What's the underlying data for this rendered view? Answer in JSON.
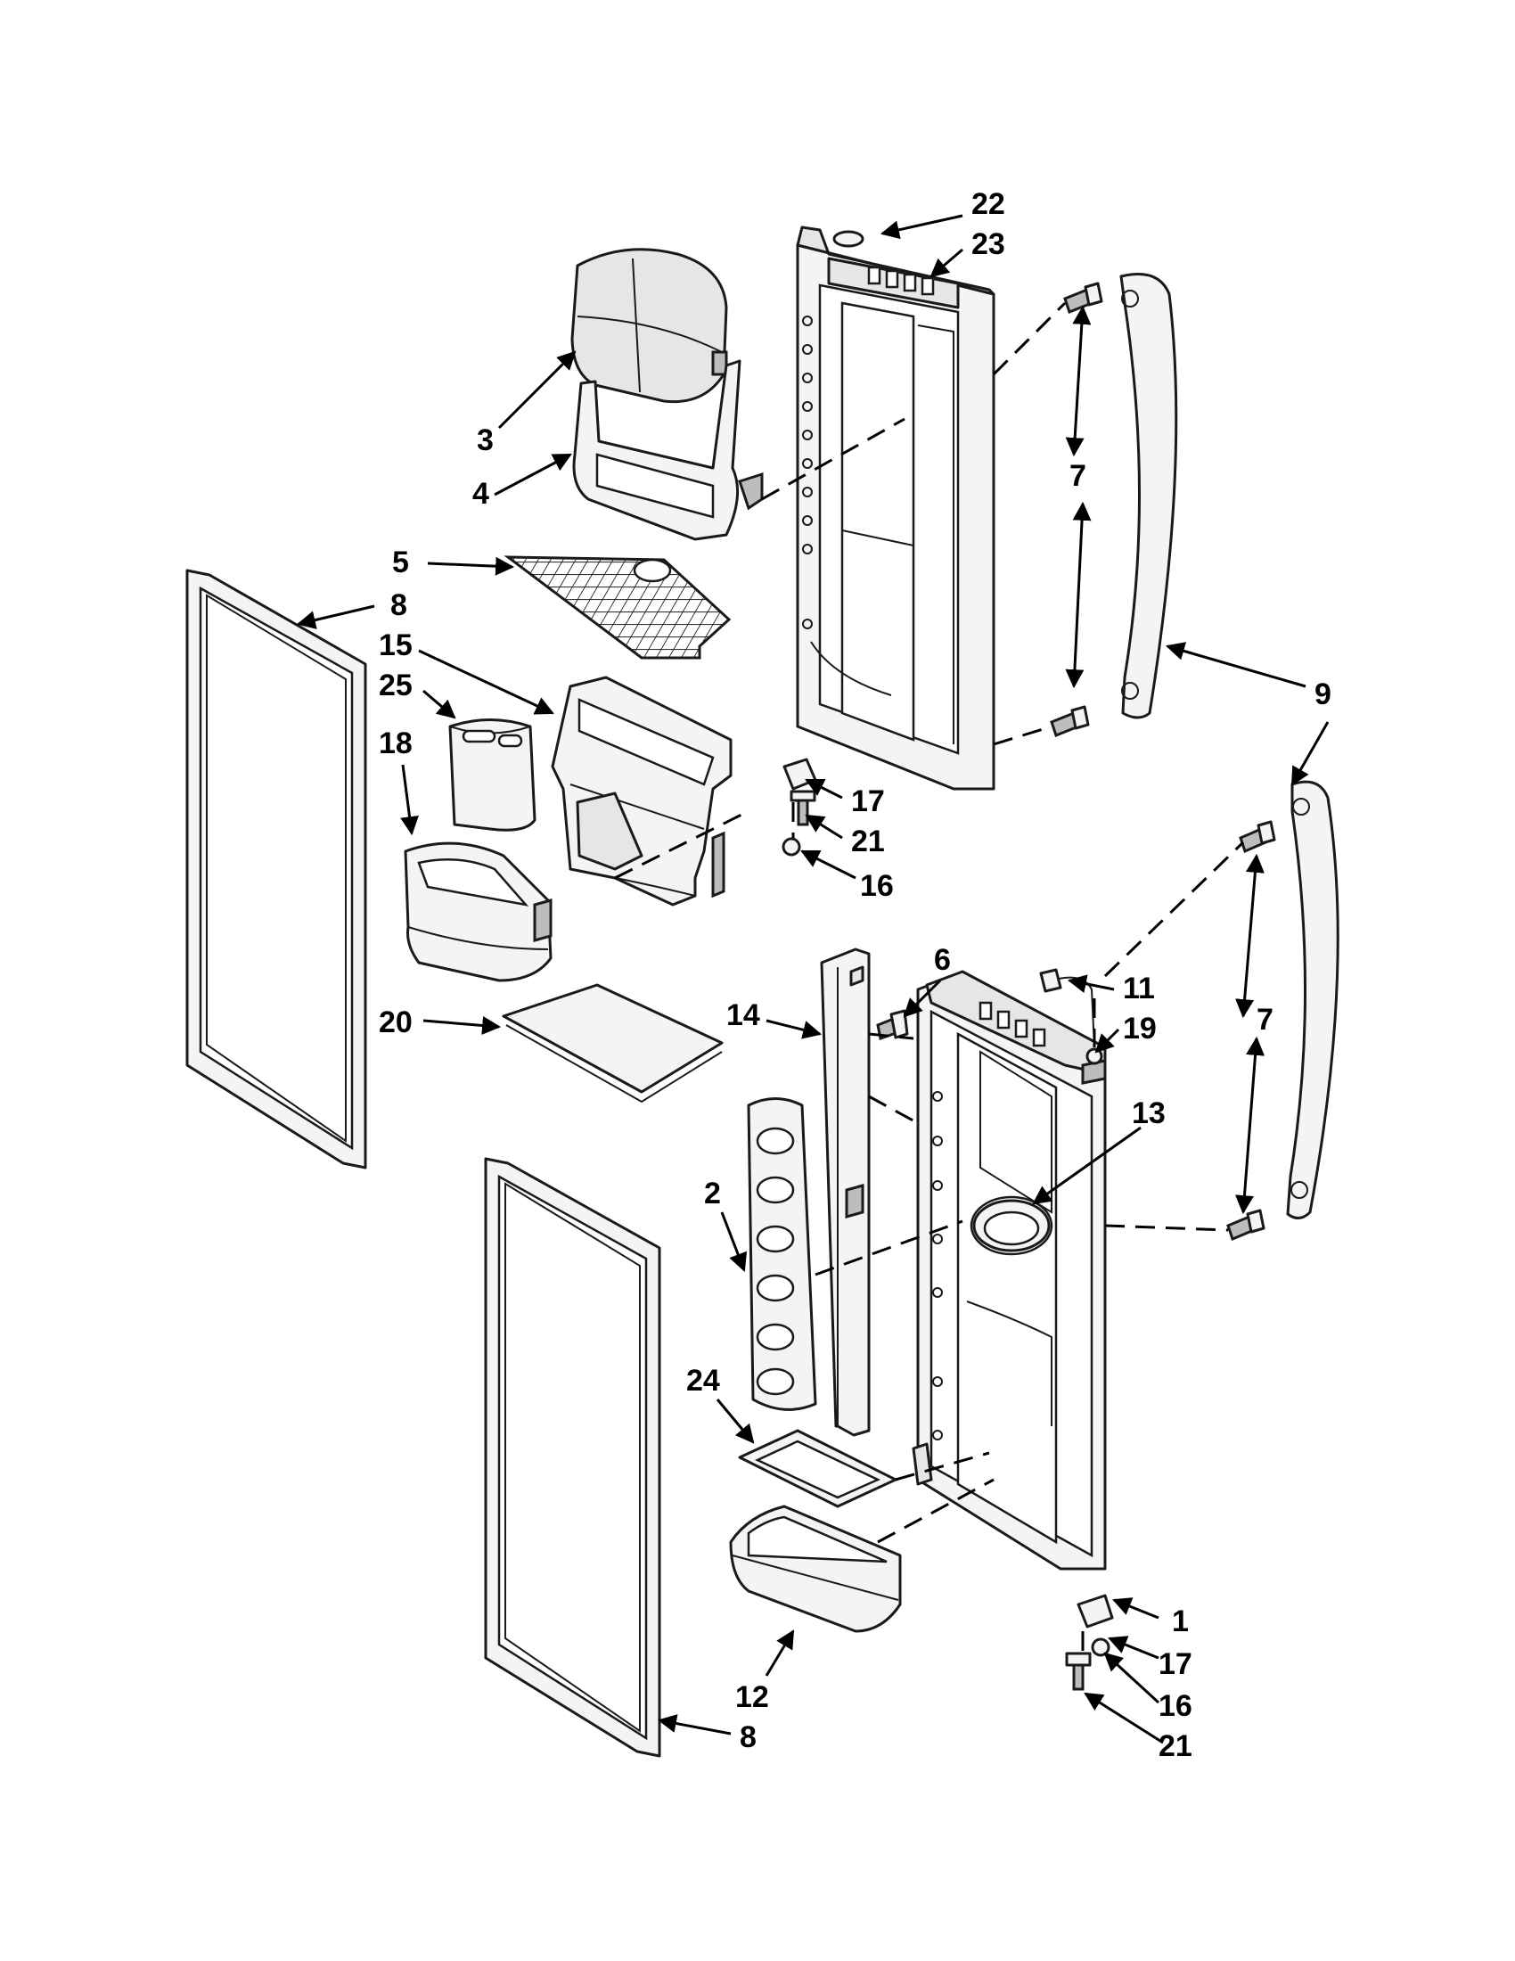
{
  "callouts": {
    "c22": "22",
    "c23": "23",
    "c3": "3",
    "c4": "4",
    "c7a": "7",
    "c5": "5",
    "c8a": "8",
    "c9": "9",
    "c15": "15",
    "c25": "25",
    "c18": "18",
    "c17a": "17",
    "c21a": "21",
    "c16a": "16",
    "c6": "6",
    "c11": "11",
    "c7b": "7",
    "c14": "14",
    "c19": "19",
    "c20": "20",
    "c13": "13",
    "c2": "2",
    "c24": "24",
    "c1": "1",
    "c17b": "17",
    "c16b": "16",
    "c12": "12",
    "c8b": "8",
    "c21b": "21"
  }
}
